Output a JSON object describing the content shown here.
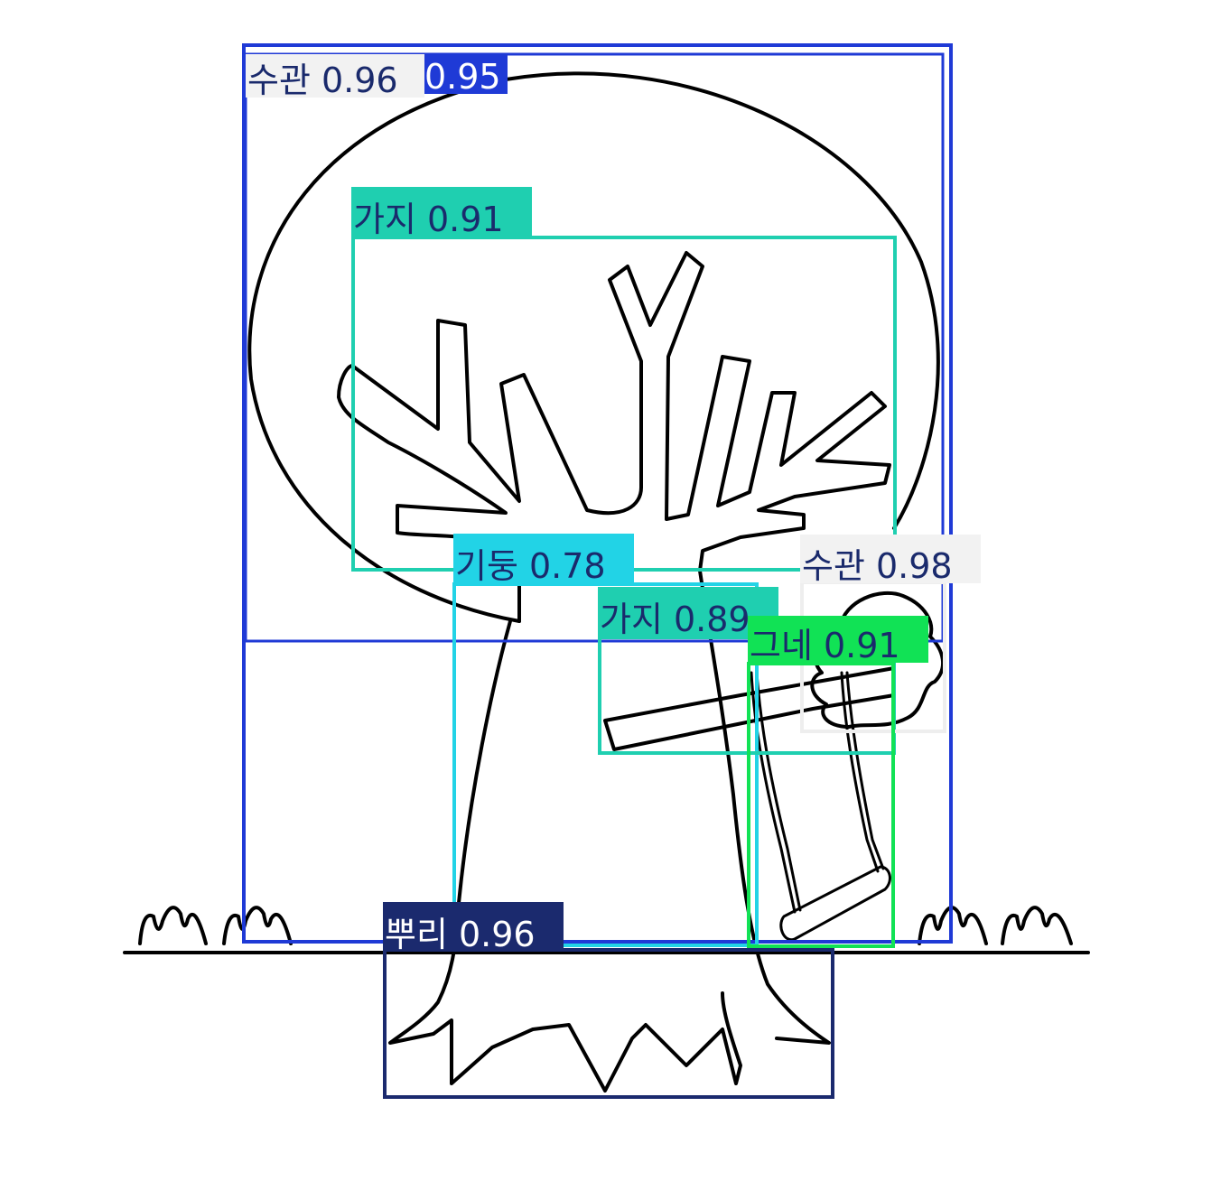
{
  "detections": [
    {
      "label": "수관 0.96",
      "color": "#1f3ad6",
      "text_bg": "#f2f2f2",
      "text_color": "#1a2a6c"
    },
    {
      "label": "0.95",
      "color": "#1f3ad6",
      "text_bg": "#1f3ad6",
      "text_color": "#ffffff"
    },
    {
      "label": "가지 0.91",
      "color": "#1fcfb0",
      "text_bg": "#1fcfb0",
      "text_color": "#1a2a6c"
    },
    {
      "label": "기둥 0.78",
      "color": "#22d3e6",
      "text_bg": "#22d3e6",
      "text_color": "#1a2a6c"
    },
    {
      "label": "가지 0.89",
      "color": "#1fcfb0",
      "text_bg": "#1fcfb0",
      "text_color": "#1a2a6c"
    },
    {
      "label": "수관 0.98",
      "color": "#eeeeee",
      "text_bg": "#f2f2f2",
      "text_color": "#1a2a6c"
    },
    {
      "label": "그네 0.91",
      "color": "#11e255",
      "text_bg": "#11e255",
      "text_color": "#1a2a6c"
    },
    {
      "label": "뿌리 0.96",
      "color": "#1b2a6e",
      "text_bg": "#1b2a6e",
      "text_color": "#ffffff"
    }
  ]
}
